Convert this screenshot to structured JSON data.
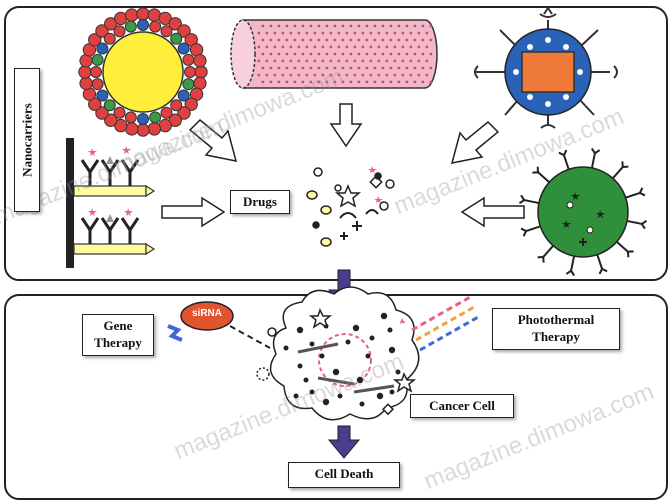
{
  "top_panel": {
    "side_label": "Nanocarriers",
    "center_label": "Drugs"
  },
  "bottom_panel": {
    "gene_therapy": "Gene\nTherapy",
    "sirna_label": "siRNA",
    "photothermal": "Photothermal\nTherapy",
    "cancer_cell": "Cancer Cell",
    "cell_death": "Cell Death"
  },
  "watermark": [
    "magazine.dimowa.com",
    "magazine.dimowa.com",
    "magazine.dimowa.com",
    "magazine.dimowa.com",
    "magazine.dimowa.com"
  ],
  "colors": {
    "panel_border": "#222222",
    "arrow_down": "#4a3d8f",
    "liposome_core": "#ffee3a",
    "nanotube": "#f3b8c8",
    "dendrimer": "#2a62b8",
    "dendrimer_core": "#f07a3a",
    "micelle": "#2f8f3a"
  }
}
